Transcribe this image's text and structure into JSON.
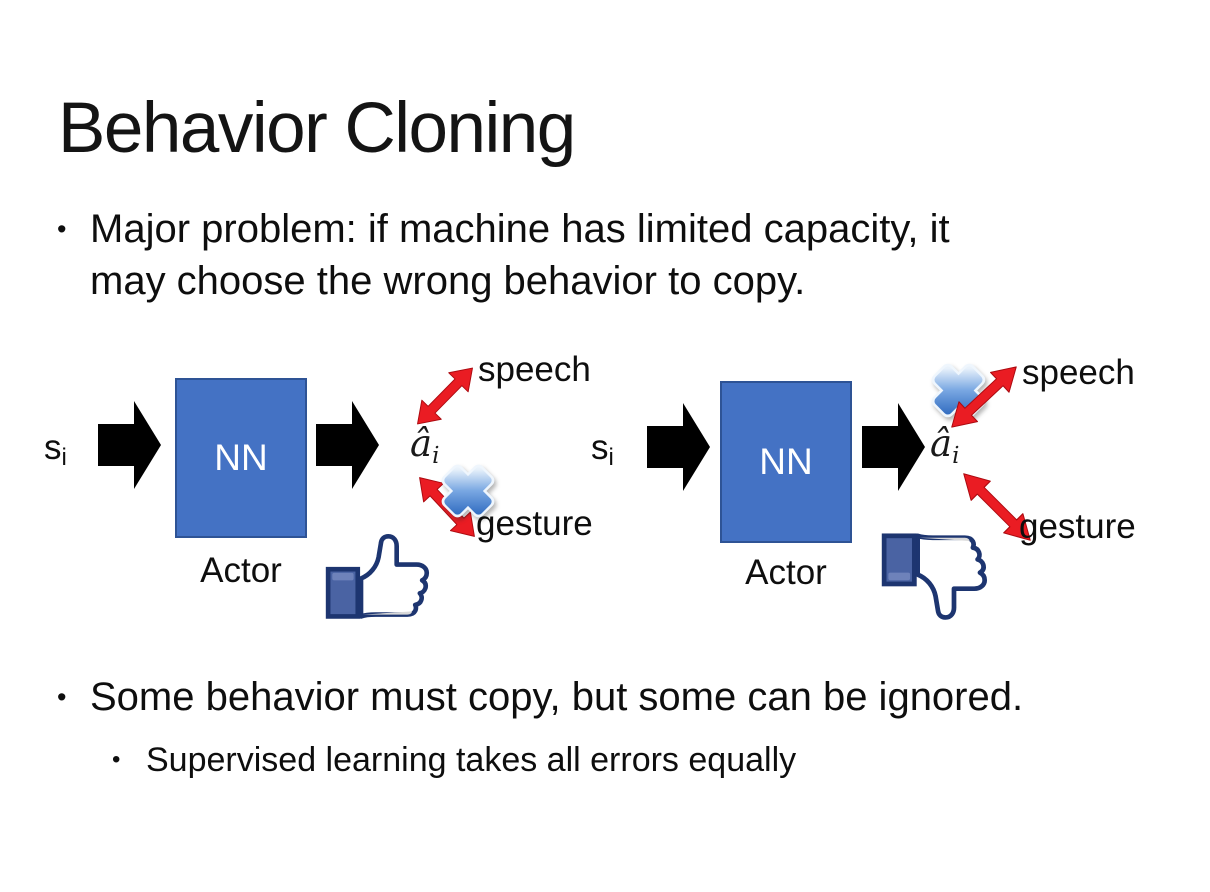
{
  "title": "Behavior Cloning",
  "bullets": {
    "marker": "•",
    "b1_line1": "Major problem: if machine has limited capacity, it",
    "b1_line2": "may choose the wrong behavior to copy.",
    "b2": "Some behavior must copy, but some can be ignored.",
    "b2_sub": "Supervised learning takes all errors equally"
  },
  "diagram_left": {
    "input": "s",
    "input_sub": "i",
    "nn": "NN",
    "output": "â",
    "output_sub": "i",
    "action_top": "speech",
    "action_bottom": "gesture",
    "actor": "Actor"
  },
  "diagram_right": {
    "input": "s",
    "input_sub": "i",
    "nn": "NN",
    "output": "â",
    "output_sub": "i",
    "action_top": "speech",
    "action_bottom": "gesture",
    "actor": "Actor"
  },
  "annotations": {
    "left_crossed_out_action": "gesture",
    "right_crossed_out_action": "speech",
    "left_feedback_icon": "thumbs-up",
    "right_feedback_icon": "thumbs-down",
    "cross_icon": "blue glossy X"
  },
  "colors": {
    "background": "#ffffff",
    "text": "#141414",
    "nn_box_fill": "#4472c4",
    "nn_box_border": "#2e5395",
    "nn_text": "#ffffff",
    "block_arrow": "#000000",
    "red_arrow": "#ea1c23",
    "cross_blue": "#2a66bd",
    "thumb_outline": "#1d3570",
    "thumb_cuff": "#4a63a3"
  }
}
